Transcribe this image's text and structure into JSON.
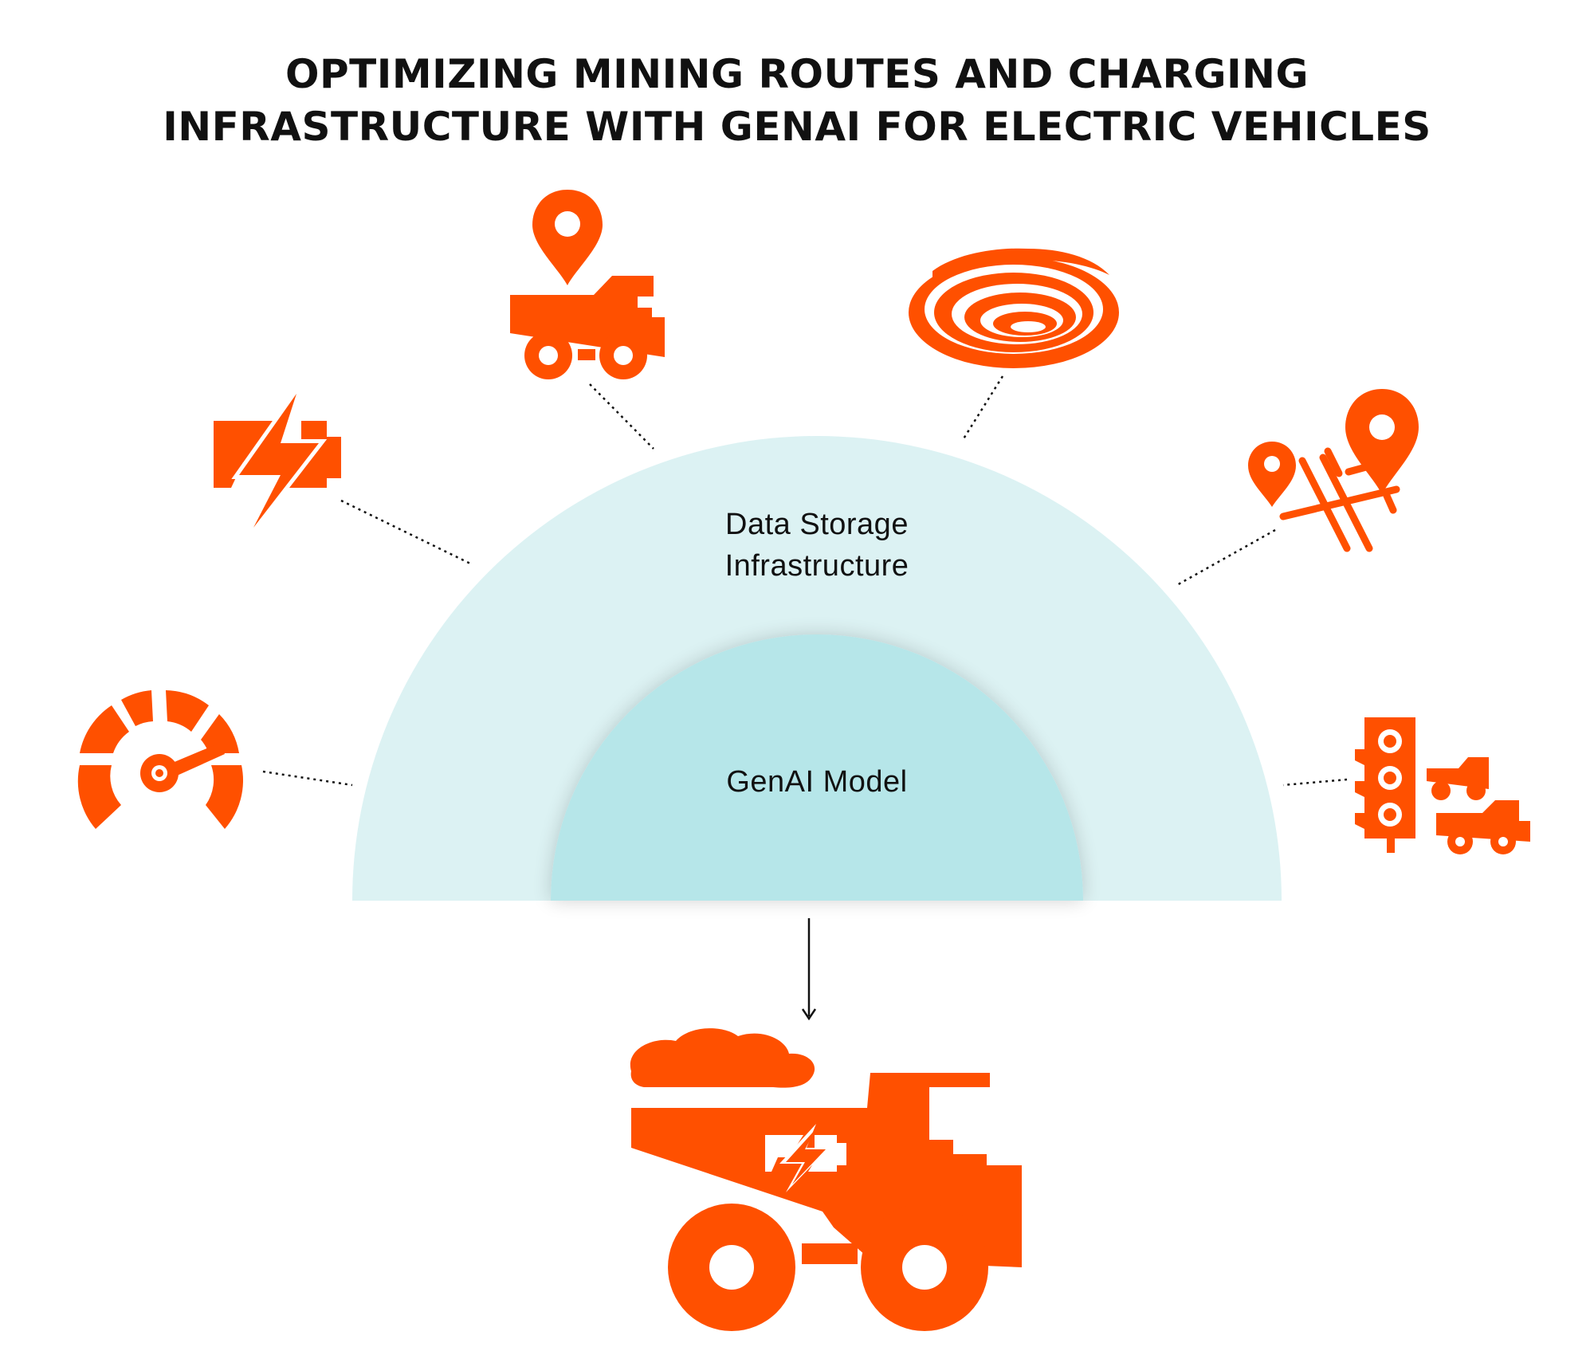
{
  "title": {
    "line1": "OPTIMIZING MINING ROUTES AND CHARGING",
    "line2": "INFRASTRUCTURE WITH GENAI FOR ELECTRIC VEHICLES"
  },
  "diagram": {
    "outer_label_line1": "Data Storage",
    "outer_label_line2": "Infrastructure",
    "inner_label": "GenAI Model",
    "colors": {
      "accent": "#FF5000",
      "outer_arc": "#DCF2F3",
      "inner_arc": "#B6E6E9",
      "text": "#111111"
    },
    "icons": [
      "speedometer-icon",
      "battery-charging-icon",
      "mining-truck-location-icon",
      "open-pit-mine-icon",
      "route-map-icon",
      "traffic-light-trucks-icon",
      "electric-mining-truck-icon"
    ]
  }
}
